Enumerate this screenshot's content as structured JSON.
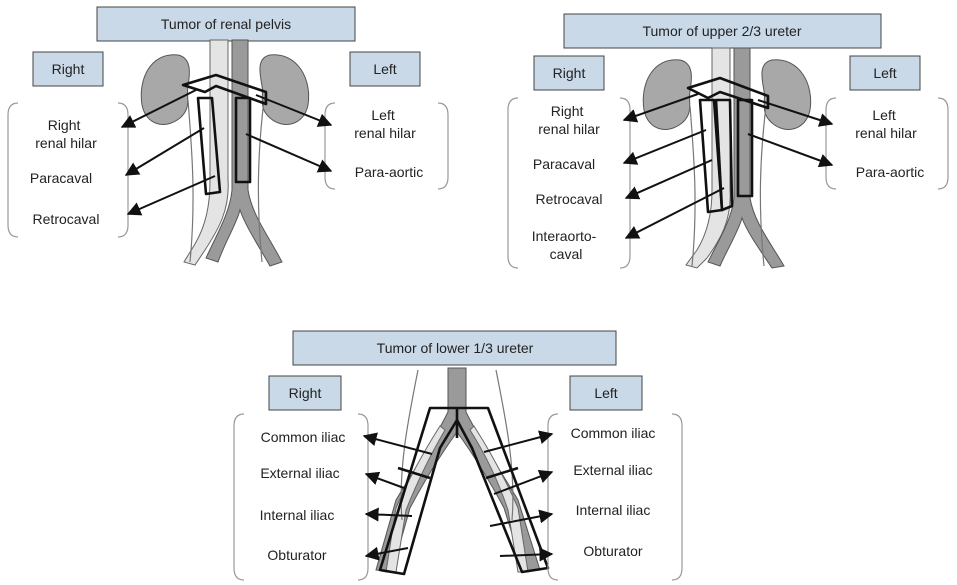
{
  "panels": [
    {
      "title": "Tumor of renal pelvis",
      "right_header": "Right",
      "left_header": "Left",
      "right_labels": [
        [
          "Right",
          "renal hilar"
        ],
        [
          "Paracaval"
        ],
        [
          "Retrocaval"
        ]
      ],
      "left_labels": [
        [
          "Left",
          "renal hilar"
        ],
        [
          "Para-aortic"
        ]
      ]
    },
    {
      "title": "Tumor of upper 2/3 ureter",
      "right_header": "Right",
      "left_header": "Left",
      "right_labels": [
        [
          "Right",
          "renal hilar"
        ],
        [
          "Paracaval"
        ],
        [
          "Retrocaval"
        ],
        [
          "Interaorto-",
          "caval"
        ]
      ],
      "left_labels": [
        [
          "Left",
          "renal hilar"
        ],
        [
          "Para-aortic"
        ]
      ]
    },
    {
      "title": "Tumor of lower 1/3 ureter",
      "right_header": "Right",
      "left_header": "Left",
      "right_labels": [
        [
          "Common iliac"
        ],
        [
          "External iliac"
        ],
        [
          "Internal iliac"
        ],
        [
          "Obturator"
        ]
      ],
      "left_labels": [
        [
          "Common iliac"
        ],
        [
          "External iliac"
        ],
        [
          "Internal iliac"
        ],
        [
          "Obturator"
        ]
      ]
    }
  ],
  "colors": {
    "header_fill": "#c9d9e8",
    "organ": "#a8a8a8",
    "region_outline": "#111111"
  }
}
